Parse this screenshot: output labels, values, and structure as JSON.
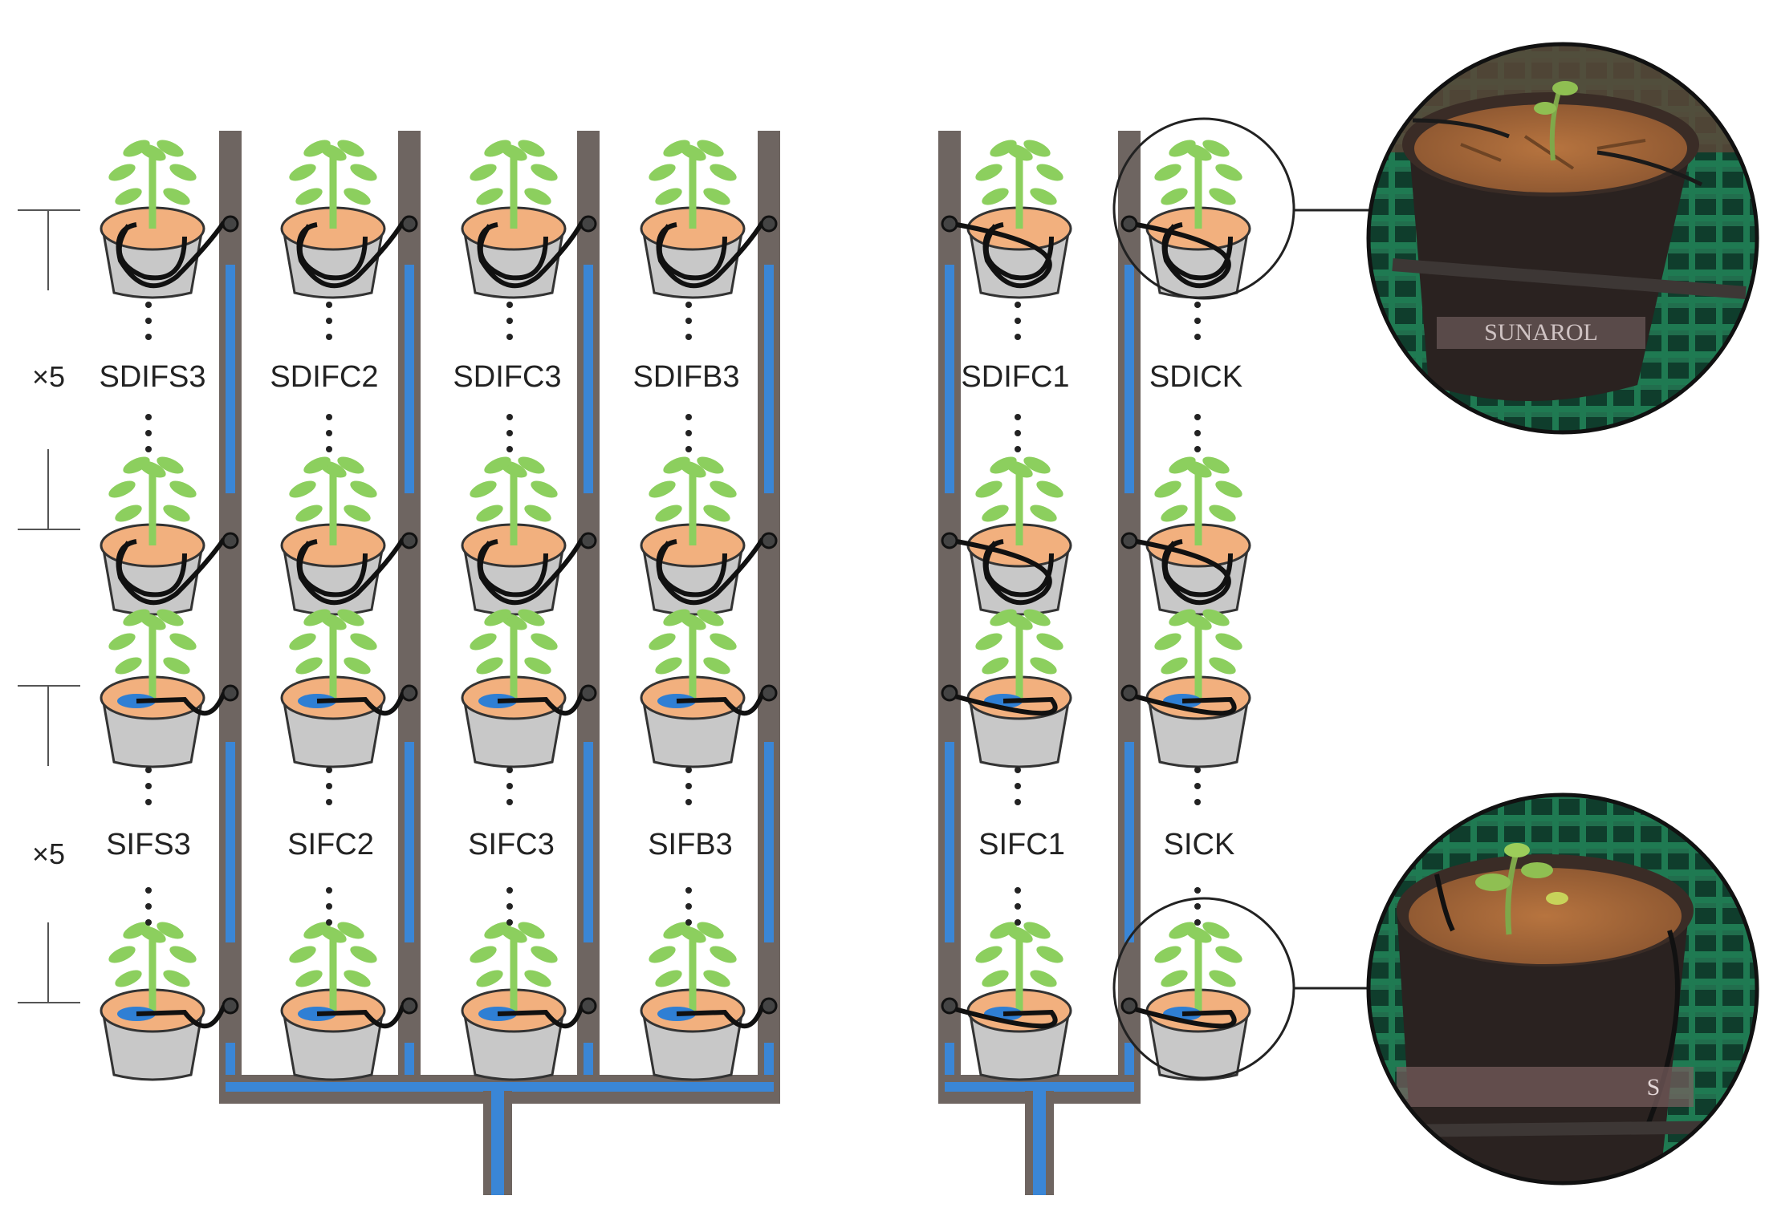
{
  "multiplier_labels": [
    "×5",
    "×5"
  ],
  "columns": [
    {
      "sdi_label": "SDIFS3",
      "si_label": "SIFS3"
    },
    {
      "sdi_label": "SDIFC2",
      "si_label": "SIFC2"
    },
    {
      "sdi_label": "SDIFC3",
      "si_label": "SIFC3"
    },
    {
      "sdi_label": "SDIFB3",
      "si_label": "SIFB3"
    },
    {
      "sdi_label": "SDIFC1",
      "si_label": "SIFC1"
    },
    {
      "sdi_label": "SDICK",
      "si_label": "SICK"
    }
  ],
  "photos": [
    {
      "icon": "potted-seedling-photo-subsurface-drip",
      "pot_text": "SUNAROL"
    },
    {
      "icon": "potted-seedling-photo-surface-drip",
      "pot_text": "S"
    }
  ],
  "colors": {
    "pipe_wall": "#6e6561",
    "water": "#3a86d6",
    "soil": "#f2b07e",
    "pot": "#c8c8c8",
    "plant": "#8ccf5e",
    "emitter_ring": "#2f7fd4"
  }
}
